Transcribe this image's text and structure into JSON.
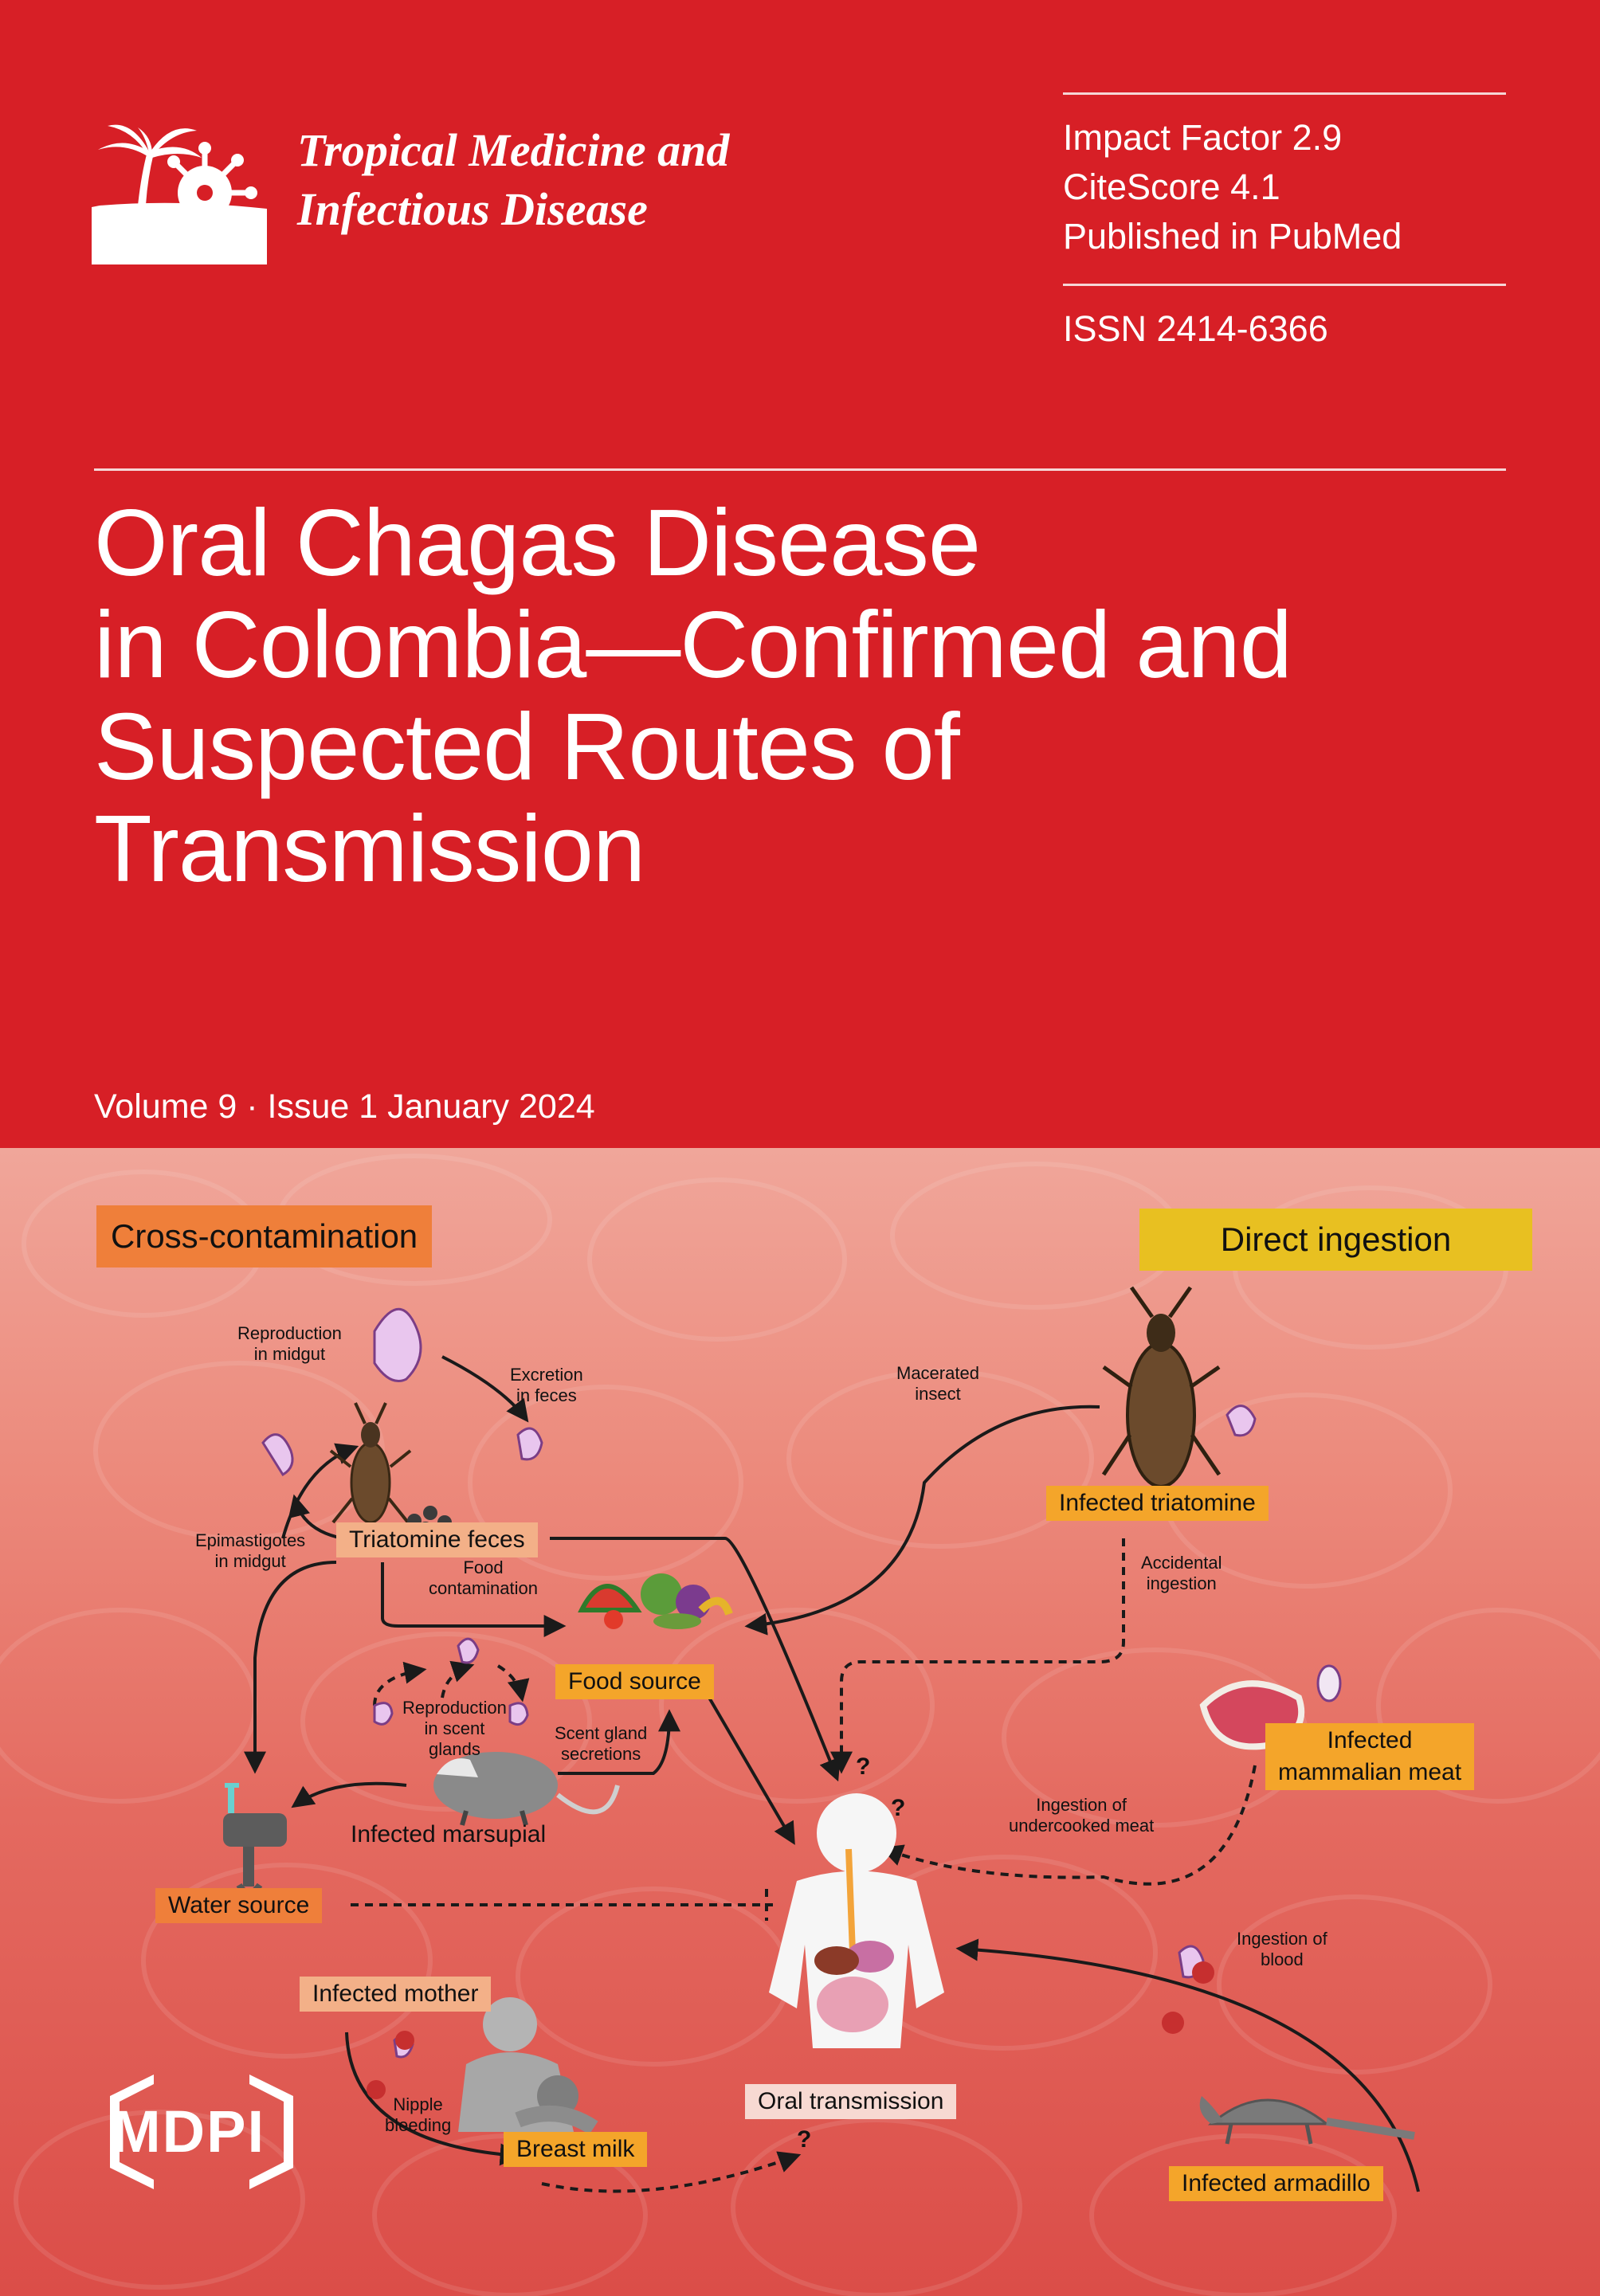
{
  "journal": {
    "title_line1": "Tropical Medicine and",
    "title_line2": "Infectious Disease"
  },
  "metrics": {
    "impact_factor": "Impact Factor 2.9",
    "citescore": "CiteScore 4.1",
    "pubmed": "Published in PubMed",
    "issn": "ISSN 2414-6366"
  },
  "article": {
    "title_line1": "Oral Chagas Disease",
    "title_line2": "in Colombia—Confirmed and",
    "title_line3": "Suspected Routes of",
    "title_line4": "Transmission"
  },
  "issue": "Volume 9 · Issue 1 January 2024",
  "publisher": "MDPI",
  "figure": {
    "cross_contamination": "Cross-contamination",
    "direct_ingestion": "Direct ingestion",
    "reproduction_midgut": [
      "Reproduction",
      "in midgut"
    ],
    "excretion_feces": [
      "Excretion",
      "in feces"
    ],
    "epimastigotes_midgut": [
      "Epimastigotes",
      "in midgut"
    ],
    "triatomine_feces": "Triatomine feces",
    "food_contamination": [
      "Food",
      "contamination"
    ],
    "food_source": "Food source",
    "reproduction_scent": [
      "Reproduction",
      "in scent",
      "glands"
    ],
    "scent_gland": [
      "Scent gland",
      "secretions"
    ],
    "infected_marsupial": "Infected marsupial",
    "water_source": "Water source",
    "macerated_insect": [
      "Macerated",
      "insect"
    ],
    "infected_triatomine": "Infected triatomine",
    "accidental_ingestion": [
      "Accidental",
      "ingestion"
    ],
    "infected_meat": [
      "Infected",
      "mammalian meat"
    ],
    "undercooked_meat": [
      "Ingestion of",
      "undercooked meat"
    ],
    "ingestion_blood": [
      "Ingestion of",
      "blood"
    ],
    "infected_mother": "Infected mother",
    "nipple_bleeding": [
      "Nipple",
      "bleeding"
    ],
    "breast_milk": "Breast milk",
    "oral_transmission": "Oral transmission",
    "infected_armadillo": "Infected armadillo",
    "question_mark": "?"
  },
  "colors": {
    "cover_red": "#d71f26",
    "orange_box": "#ef7f3a",
    "yellow_box": "#e8c021",
    "amber_box": "#f4a52a",
    "salmon_box": "#f3b088",
    "light_box": "#f7d9d2"
  }
}
